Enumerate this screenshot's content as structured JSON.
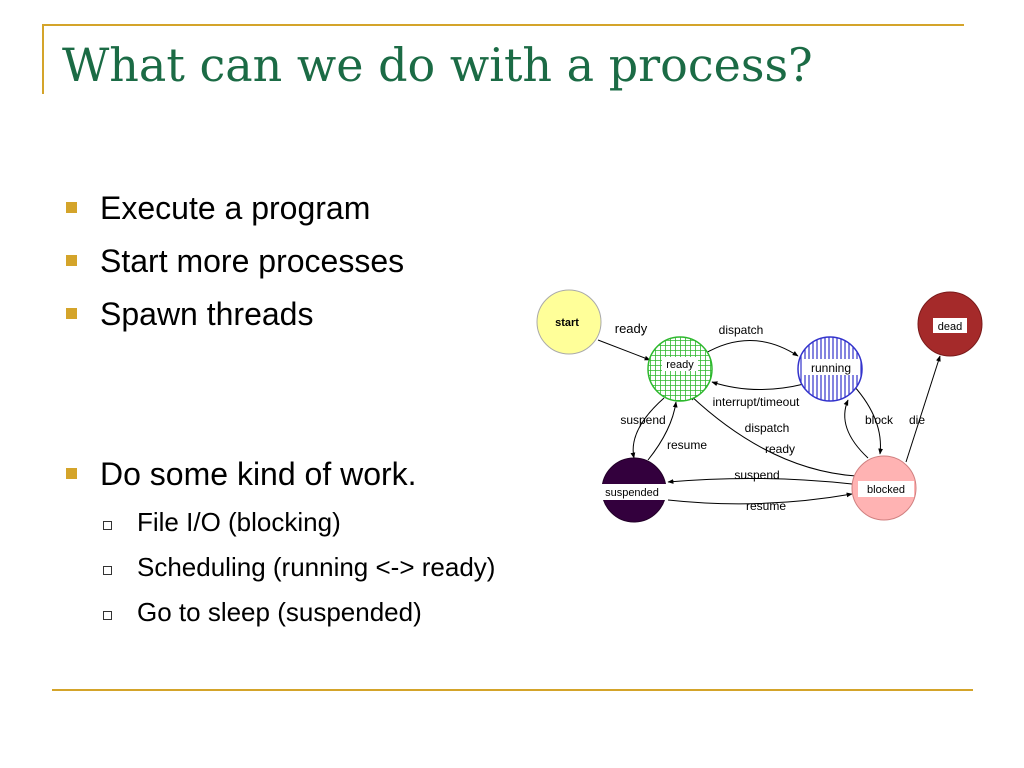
{
  "slide": {
    "title": "What can we do with a process?",
    "bullets": [
      "Execute a program",
      "Start more processes",
      "Spawn threads",
      "Do some kind of work."
    ],
    "sub_bullets": [
      "File I/O (blocking)",
      "Scheduling (running <-> ready)",
      "Go to sleep (suspended)"
    ]
  },
  "diagram": {
    "states": {
      "start": "start",
      "ready": "ready",
      "running": "running",
      "dead": "dead",
      "suspended": "suspended",
      "blocked": "blocked"
    },
    "transitions": {
      "start_ready": "ready",
      "ready_running": "dispatch",
      "running_ready": "interrupt/timeout",
      "ready_suspended": "suspend",
      "suspended_ready": "resume",
      "running_blocked": "block",
      "running_dead": "die",
      "blocked_running": "dispatch",
      "blocked_ready": "ready",
      "blocked_suspended": "suspend",
      "suspended_blocked": "resume"
    },
    "colors": {
      "start": "#ffff99",
      "ready": "#33cc33",
      "running": "#3333cc",
      "dead": "#aa2222",
      "suspended": "#33003d",
      "blocked": "#ffb3b3"
    }
  }
}
